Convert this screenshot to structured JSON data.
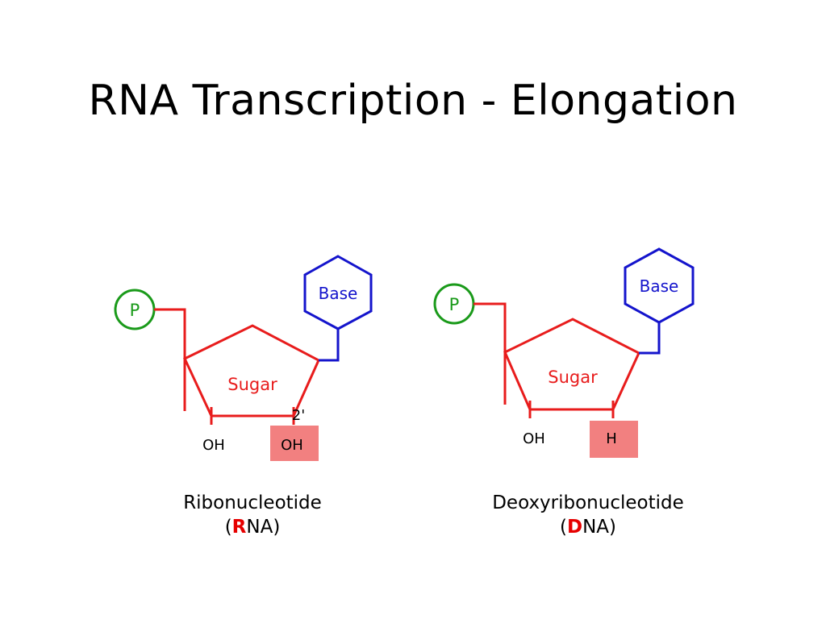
{
  "title": "RNA Transcription - Elongation",
  "colors": {
    "sugar": "#e81c1c",
    "base": "#1414cc",
    "phosphate": "#1a9a1a",
    "highlight_box": "#f28080",
    "emphasis_letter": "#e60000"
  },
  "ribonucleotide": {
    "phosphate_label": "P",
    "base_label": "Base",
    "sugar_label": "Sugar",
    "carbon_label": "2'",
    "left_group": "OH",
    "right_group": "OH",
    "caption_line1": "Ribonucleotide",
    "caption_open": "(",
    "caption_letter": "R",
    "caption_rest": "NA)"
  },
  "deoxyribonucleotide": {
    "phosphate_label": "P",
    "base_label": "Base",
    "sugar_label": "Sugar",
    "left_group": "OH",
    "right_group": "H",
    "caption_line1": "Deoxyribonucleotide",
    "caption_open": "(",
    "caption_letter": "D",
    "caption_rest": "NA)"
  }
}
